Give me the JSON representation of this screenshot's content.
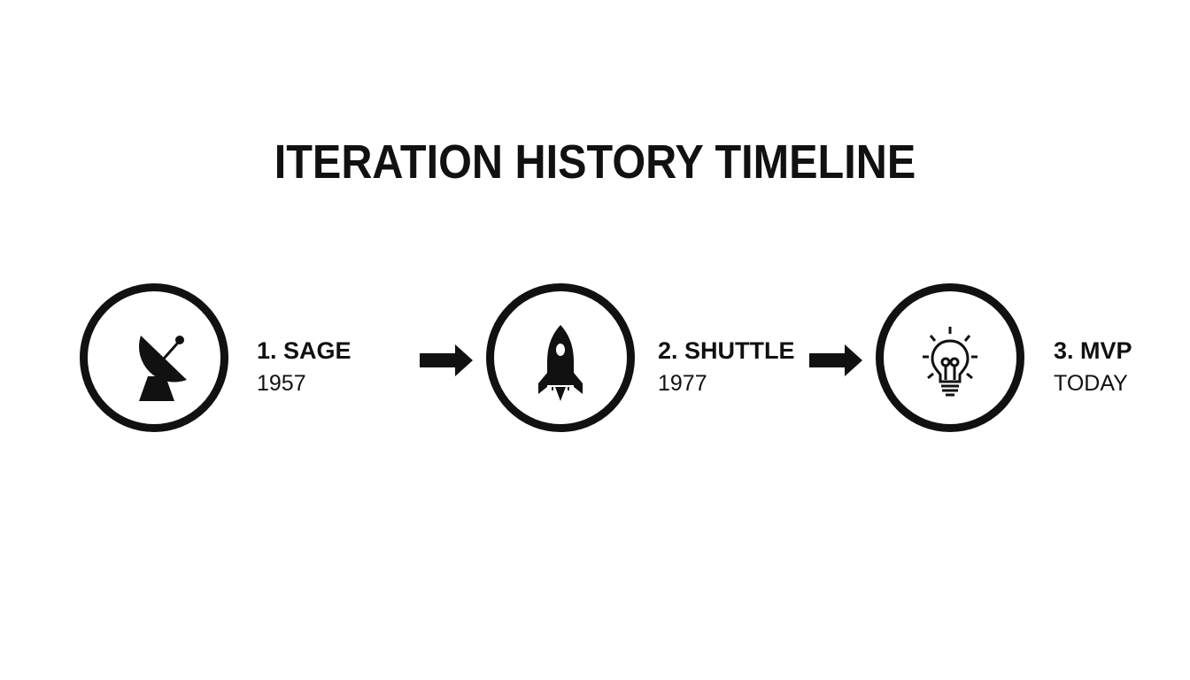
{
  "title": "ITERATION HISTORY TIMELINE",
  "stages": [
    {
      "name": "1. SAGE",
      "year": "1957",
      "icon": "satellite-dish-icon"
    },
    {
      "name": "2. SHUTTLE",
      "year": "1977",
      "icon": "rocket-icon"
    },
    {
      "name": "3. MVP",
      "year": "TODAY",
      "icon": "lightbulb-icon"
    }
  ],
  "colors": {
    "ink": "#111111",
    "background": "#ffffff"
  }
}
